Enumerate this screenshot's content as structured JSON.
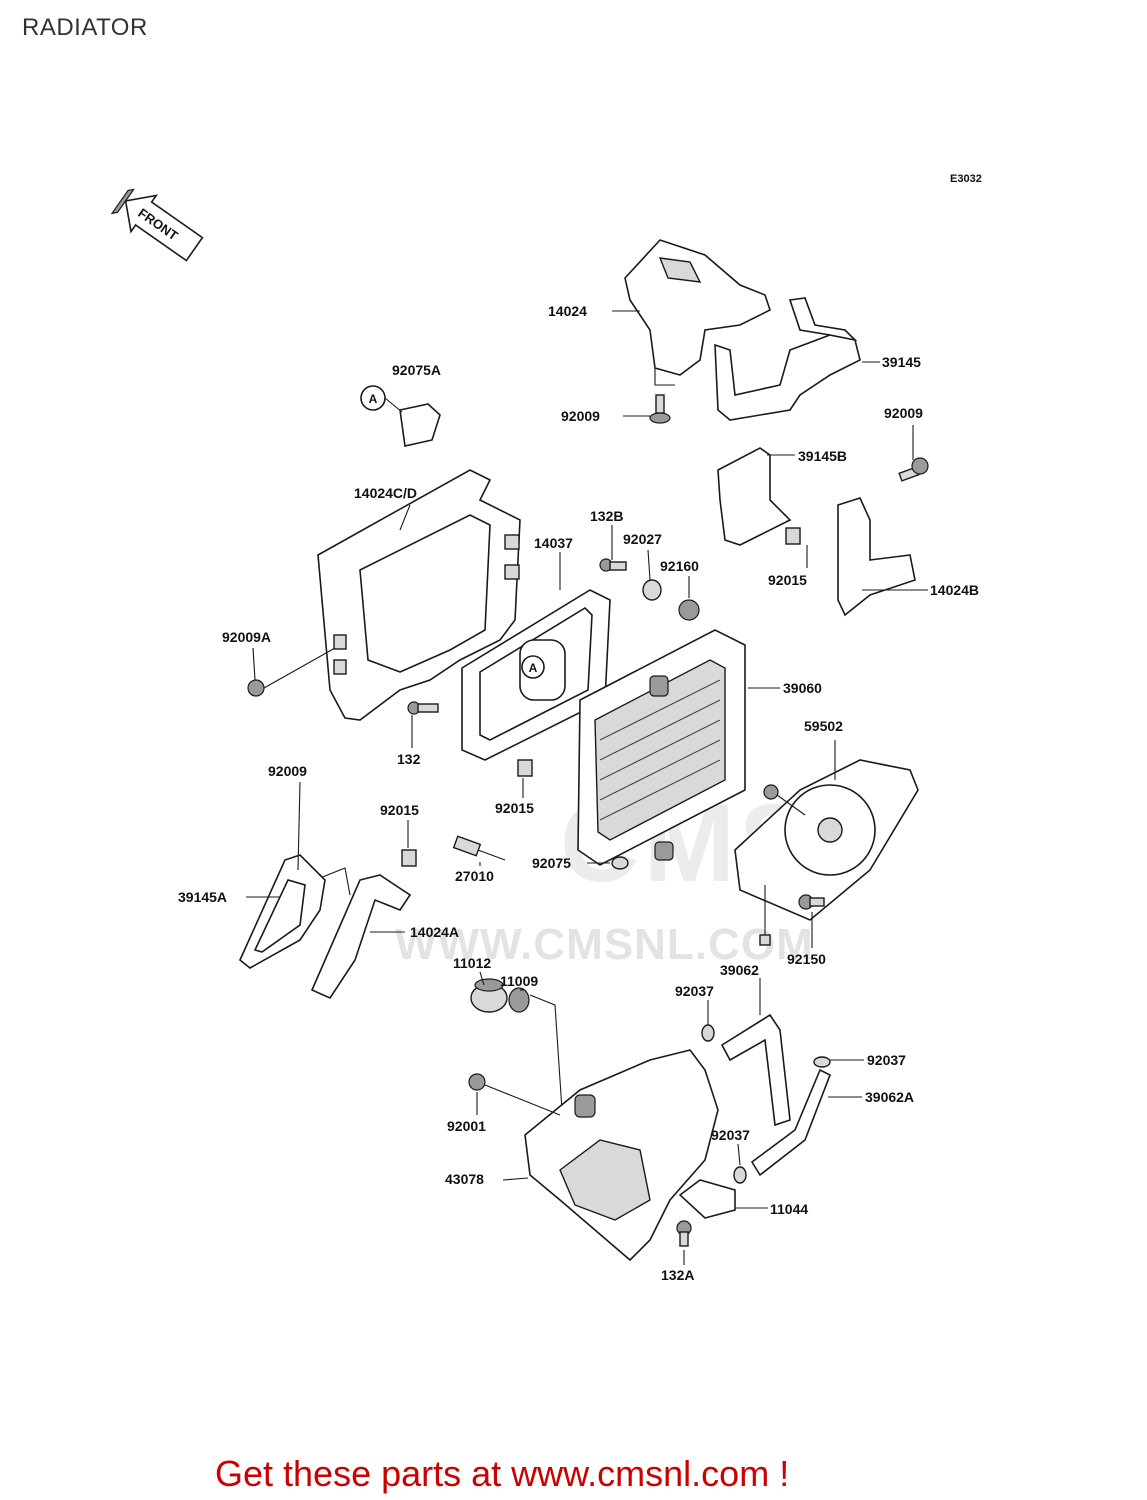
{
  "title": "RADIATOR",
  "diagram_code": "E3032",
  "front_arrow_text": "FRONT",
  "callout_letter": "A",
  "watermark": {
    "logo": "CMS",
    "url": "WWW.CMSNL.COM"
  },
  "promo_text": "Get these parts at www.cmsnl.com !",
  "parts": [
    "14024",
    "39145",
    "92075A",
    "92009",
    "92009",
    "39145B",
    "14024C/D",
    "132B",
    "92027",
    "14037",
    "92160",
    "92015",
    "14024B",
    "92009A",
    "39060",
    "132",
    "59502",
    "92009",
    "92015",
    "92015",
    "27010",
    "92075",
    "39145A",
    "14024A",
    "92150",
    "11012",
    "11009",
    "39062",
    "92037",
    "92037",
    "39062A",
    "92001",
    "92037",
    "43078",
    "11044",
    "132A"
  ]
}
